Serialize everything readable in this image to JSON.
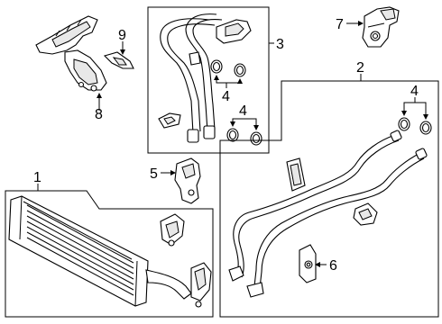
{
  "callouts": {
    "c1": "1",
    "c2": "2",
    "c3": "3",
    "c4a": "4",
    "c4b": "4",
    "c4c": "4",
    "c5": "5",
    "c6": "6",
    "c7": "7",
    "c8": "8",
    "c9": "9"
  }
}
